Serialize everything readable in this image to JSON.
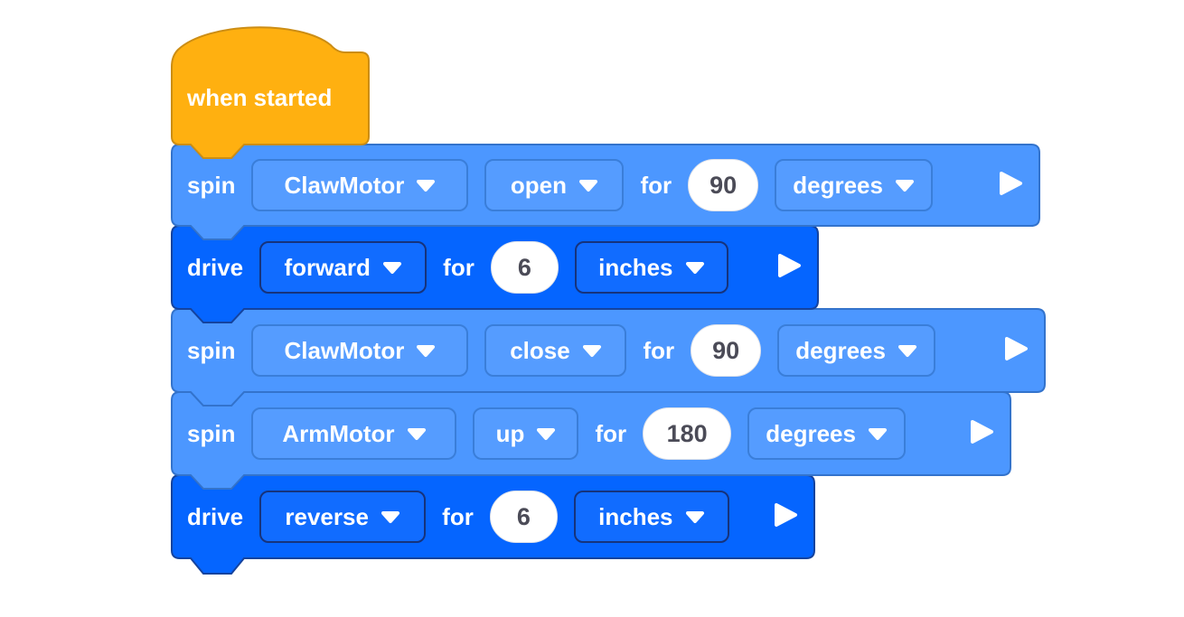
{
  "app": {
    "name": "block-programming-workspace",
    "background": "#ffffff"
  },
  "colors": {
    "hat_fill": "#FFB010",
    "hat_stroke": "#CC8D14",
    "spin_fill": "#4C97FF",
    "spin_stroke": "#3373CC",
    "drive_fill": "#0565FF",
    "drive_stroke": "#15439E",
    "spin_dropdown_border": "#3A7ED9",
    "drive_dropdown_border": "#16337C",
    "field_text": "#FFFFFF",
    "number_text": "#4B4B57",
    "number_fill": "#FFFFFF"
  },
  "icons": {
    "dropdown_arrow": "chevron-down-triangle",
    "play": "play-triangle"
  },
  "hat_block": {
    "label": "when started"
  },
  "blocks": [
    {
      "command": "spin",
      "motor": "ClawMotor",
      "direction": "open",
      "for_label": "for",
      "amount": "90",
      "unit": "degrees"
    },
    {
      "command": "drive",
      "direction": "forward",
      "for_label": "for",
      "amount": "6",
      "unit": "inches"
    },
    {
      "command": "spin",
      "motor": "ClawMotor",
      "direction": "close",
      "for_label": "for",
      "amount": "90",
      "unit": "degrees"
    },
    {
      "command": "spin",
      "motor": "ArmMotor",
      "direction": "up",
      "for_label": "for",
      "amount": "180",
      "unit": "degrees"
    },
    {
      "command": "drive",
      "direction": "reverse",
      "for_label": "for",
      "amount": "6",
      "unit": "inches"
    }
  ]
}
